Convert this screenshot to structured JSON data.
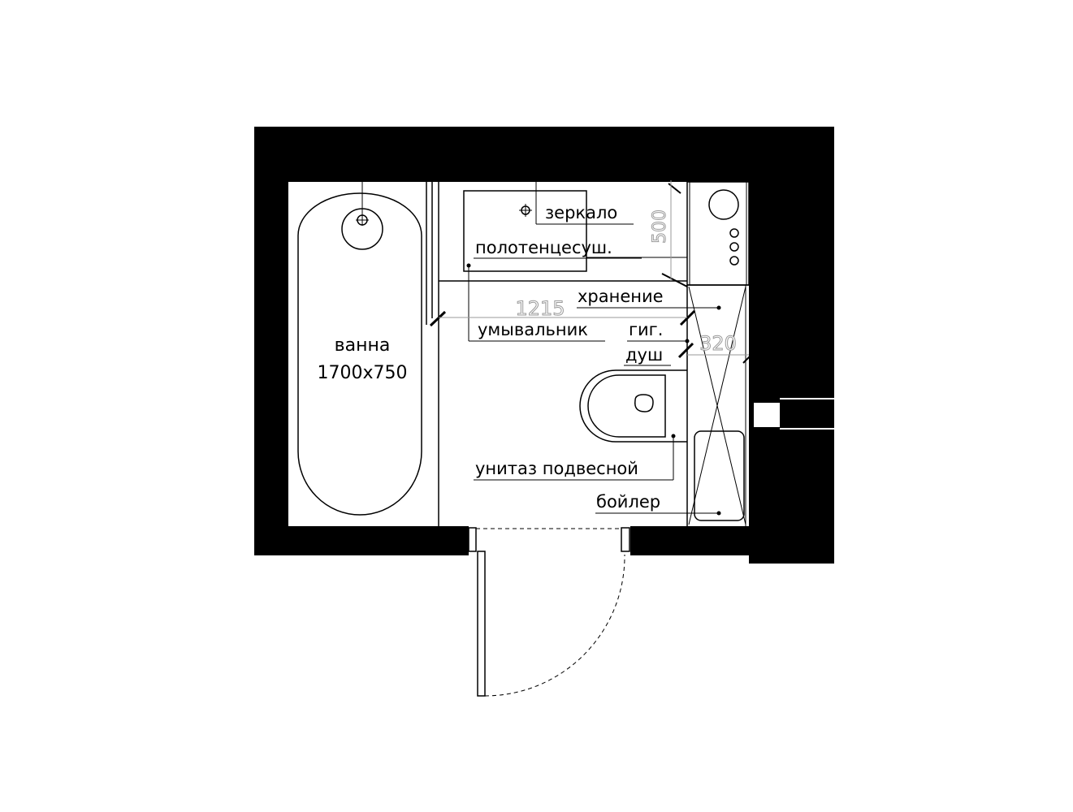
{
  "labels": {
    "bathtub_name": "ванна",
    "bathtub_size": "1700x750",
    "mirror": "зеркало",
    "towel_dryer": "полотенцесуш.",
    "storage": "хранение",
    "washbasin": "умывальник",
    "hygienic": "гиг.",
    "shower": "душ",
    "toilet": "унитаз подвесной",
    "boiler": "бойлер"
  },
  "dimensions": {
    "width_1215": "1215",
    "height_500": "500",
    "width_320": "320"
  },
  "colors": {
    "wall": "#000000",
    "line": "#000000",
    "dimension": "#9a9a9a"
  }
}
